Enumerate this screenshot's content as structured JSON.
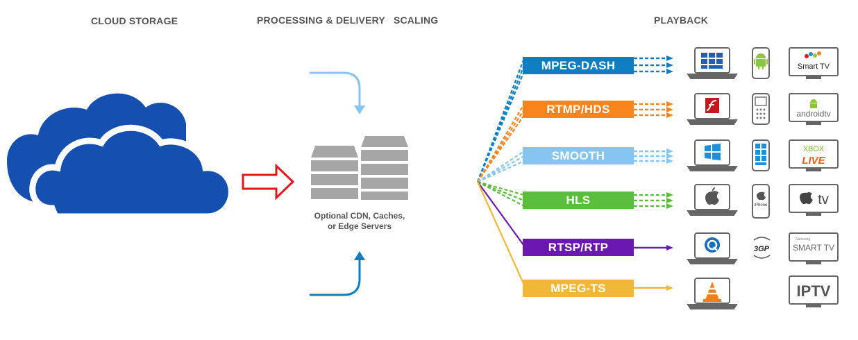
{
  "headers": {
    "cloud_storage": "CLOUD STORAGE",
    "processing": "PROCESSING & DELIVERY   SCALING",
    "playback": "PLAYBACK"
  },
  "cdn": {
    "line1": "Optional CDN, Caches,",
    "line2": "or Edge Servers"
  },
  "protocols": [
    {
      "label": "MPEG-DASH",
      "color": "#0f7ec0",
      "dashed": true
    },
    {
      "label": "RTMP/HDS",
      "color": "#f7841c",
      "dashed": true
    },
    {
      "label": "SMOOTH",
      "color": "#86c5f0",
      "dashed": true
    },
    {
      "label": "HLS",
      "color": "#5bbd3c",
      "dashed": true
    },
    {
      "label": "RTSP/RTP",
      "color": "#6a18b0",
      "dashed": false
    },
    {
      "label": "MPEG-TS",
      "color": "#f1b838",
      "dashed": false
    }
  ],
  "devices": {
    "tv_labels": [
      "Smart TV",
      "androidtv",
      "XBOX",
      "LIVE",
      "tv",
      "SMART TV",
      "IPTV"
    ],
    "phone_label_iphone": "iPhone",
    "phone_label_3gp": "3GP",
    "samsung_label": "Samsung"
  },
  "colors": {
    "cloud": "#1550b0",
    "header_text": "#555555",
    "server": "#a6a6a6",
    "device_frame": "#666666",
    "red_arrow": "#e8141b",
    "top_arrow": "#86c5f0",
    "bottom_arrow": "#0f7ec0"
  }
}
